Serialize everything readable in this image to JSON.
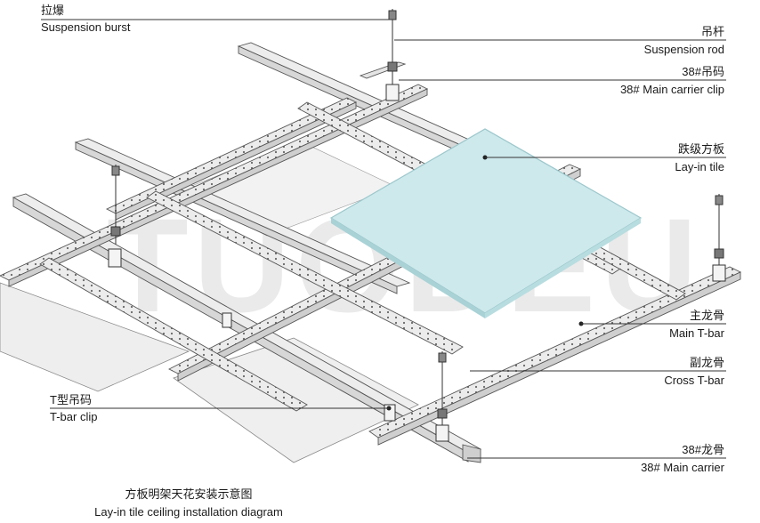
{
  "watermark": "TUODEU",
  "callouts": [
    {
      "cn": "拉爆",
      "en": "Suspension burst"
    },
    {
      "cn": "吊杆",
      "en": "Suspension rod"
    },
    {
      "cn": "38#吊码",
      "en": "38# Main carrier clip"
    },
    {
      "cn": "跌级方板",
      "en": "Lay-in tile"
    },
    {
      "cn": "主龙骨",
      "en": "Main T-bar"
    },
    {
      "cn": "副龙骨",
      "en": "Cross T-bar"
    },
    {
      "cn": "T型吊码",
      "en": "T-bar clip"
    },
    {
      "cn": "38#龙骨",
      "en": "38# Main carrier"
    }
  ],
  "caption": {
    "cn": "方板明架天花安装示意图",
    "en": "Lay-in tile ceiling installation diagram"
  },
  "colors": {
    "steel": "#e9e9e9",
    "steel_edge": "#555555",
    "tile": "#cdeaec",
    "tile_edge": "#9cc7cc",
    "panel": "#f0f0f0"
  }
}
